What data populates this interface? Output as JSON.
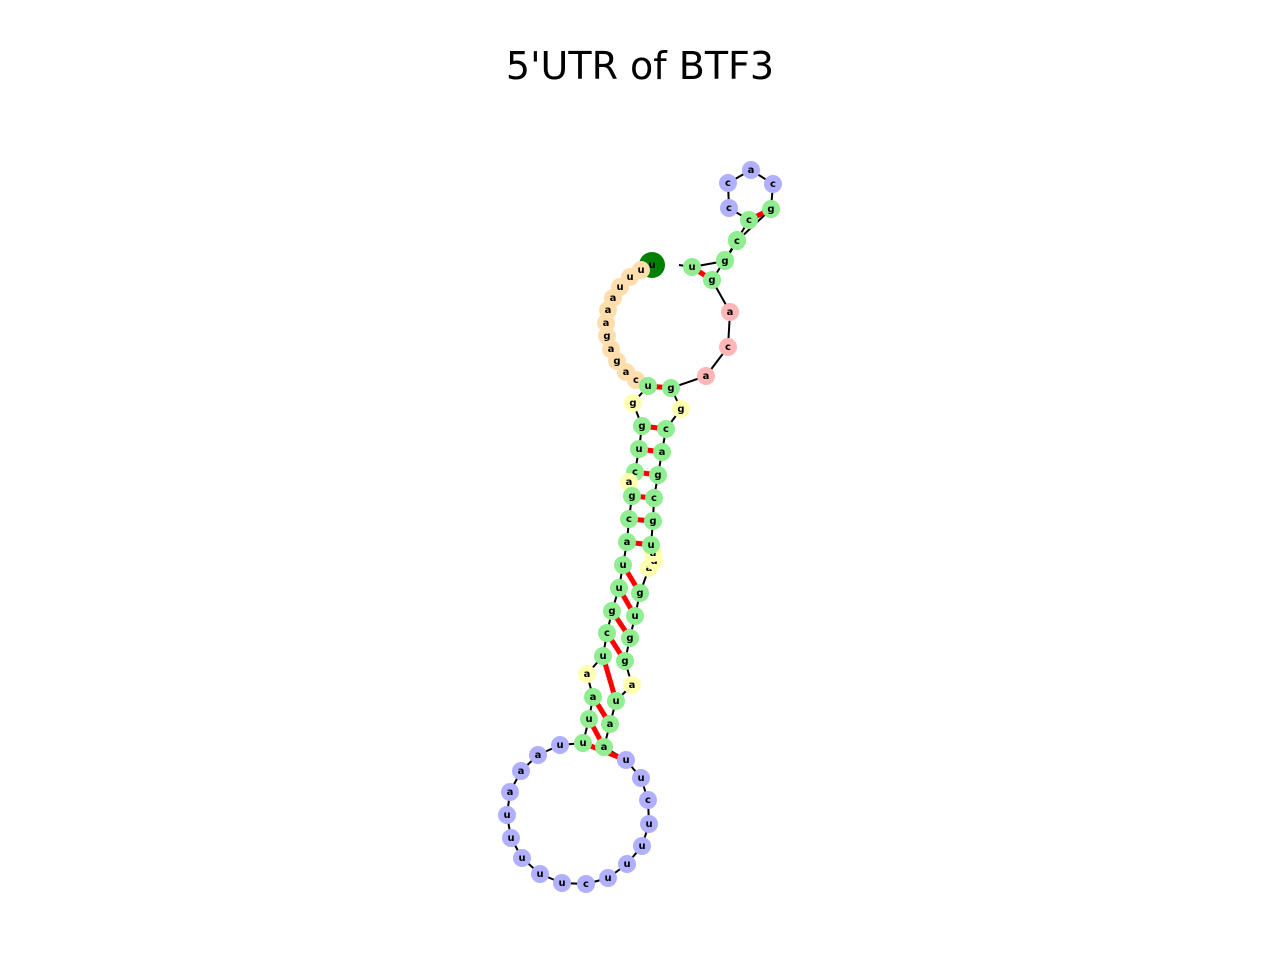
{
  "title": "5'UTR of BTF3",
  "colors": {
    "stem": "#90ee90",
    "interior_loop": "#ffffb0",
    "multiloop": "#ffb6b6",
    "hairpin": "#b0b0ff",
    "external": "#ffdead",
    "start_marker": "#008000",
    "end_marker": "#ff0000",
    "backbone": "#000000",
    "pair_bond": "#ff0000"
  },
  "nucleotides": [
    {
      "base": "u",
      "region": "external"
    },
    {
      "base": "u",
      "region": "external"
    },
    {
      "base": "u",
      "region": "external"
    },
    {
      "base": "a",
      "region": "external"
    },
    {
      "base": "a",
      "region": "external"
    },
    {
      "base": "a",
      "region": "external"
    },
    {
      "base": "g",
      "region": "external"
    },
    {
      "base": "a",
      "region": "external"
    },
    {
      "base": "g",
      "region": "external"
    },
    {
      "base": "a",
      "region": "external"
    },
    {
      "base": "c",
      "region": "external"
    },
    {
      "base": "u",
      "region": "stem"
    },
    {
      "base": "g",
      "region": "interior_loop"
    },
    {
      "base": "g",
      "region": "stem"
    },
    {
      "base": "u",
      "region": "stem"
    },
    {
      "base": "c",
      "region": "stem"
    },
    {
      "base": "a",
      "region": "interior_loop"
    },
    {
      "base": "g",
      "region": "stem"
    },
    {
      "base": "c",
      "region": "stem"
    },
    {
      "base": "a",
      "region": "stem"
    },
    {
      "base": "u",
      "region": "stem"
    },
    {
      "base": "u",
      "region": "stem"
    },
    {
      "base": "g",
      "region": "stem"
    },
    {
      "base": "c",
      "region": "stem"
    },
    {
      "base": "u",
      "region": "stem"
    },
    {
      "base": "a",
      "region": "interior_loop"
    },
    {
      "base": "a",
      "region": "stem"
    },
    {
      "base": "u",
      "region": "stem"
    },
    {
      "base": "u",
      "region": "stem"
    },
    {
      "base": "u",
      "region": "hairpin"
    },
    {
      "base": "a",
      "region": "hairpin"
    },
    {
      "base": "a",
      "region": "hairpin"
    },
    {
      "base": "a",
      "region": "hairpin"
    },
    {
      "base": "u",
      "region": "hairpin"
    },
    {
      "base": "u",
      "region": "hairpin"
    },
    {
      "base": "u",
      "region": "hairpin"
    },
    {
      "base": "u",
      "region": "hairpin"
    },
    {
      "base": "u",
      "region": "hairpin"
    },
    {
      "base": "c",
      "region": "hairpin"
    },
    {
      "base": "u",
      "region": "hairpin"
    },
    {
      "base": "u",
      "region": "hairpin"
    },
    {
      "base": "u",
      "region": "hairpin"
    },
    {
      "base": "u",
      "region": "hairpin"
    },
    {
      "base": "c",
      "region": "hairpin"
    },
    {
      "base": "u",
      "region": "hairpin"
    },
    {
      "base": "u",
      "region": "hairpin"
    },
    {
      "base": "a",
      "region": "stem"
    },
    {
      "base": "a",
      "region": "stem"
    },
    {
      "base": "u",
      "region": "stem"
    },
    {
      "base": "a",
      "region": "interior_loop"
    },
    {
      "base": "g",
      "region": "stem"
    },
    {
      "base": "g",
      "region": "stem"
    },
    {
      "base": "u",
      "region": "stem"
    },
    {
      "base": "g",
      "region": "stem"
    },
    {
      "base": "a",
      "region": "interior_loop"
    },
    {
      "base": "u",
      "region": "interior_loop"
    },
    {
      "base": "a",
      "region": "interior_loop"
    },
    {
      "base": "u",
      "region": "stem"
    },
    {
      "base": "g",
      "region": "stem"
    },
    {
      "base": "c",
      "region": "stem"
    },
    {
      "base": "g",
      "region": "stem"
    },
    {
      "base": "a",
      "region": "stem"
    },
    {
      "base": "c",
      "region": "stem"
    },
    {
      "base": "g",
      "region": "interior_loop"
    },
    {
      "base": "g",
      "region": "stem"
    },
    {
      "base": "a",
      "region": "multiloop"
    },
    {
      "base": "c",
      "region": "multiloop"
    },
    {
      "base": "a",
      "region": "multiloop"
    },
    {
      "base": "g",
      "region": "stem"
    },
    {
      "base": "g",
      "region": "stem"
    },
    {
      "base": "c",
      "region": "stem"
    },
    {
      "base": "c",
      "region": "stem"
    },
    {
      "base": "c",
      "region": "hairpin"
    },
    {
      "base": "c",
      "region": "hairpin"
    },
    {
      "base": "a",
      "region": "hairpin"
    },
    {
      "base": "c",
      "region": "hairpin"
    },
    {
      "base": "g",
      "region": "stem"
    },
    {
      "base": "c",
      "region": "stem"
    },
    {
      "base": "g",
      "region": "stem"
    },
    {
      "base": "u",
      "region": "stem"
    },
    {
      "base": "c",
      "region": "end"
    }
  ],
  "start_nucleotide": {
    "base": "u"
  },
  "pairs": [
    [
      11,
      64
    ],
    [
      13,
      62
    ],
    [
      14,
      61
    ],
    [
      15,
      60
    ],
    [
      17,
      59
    ],
    [
      18,
      58
    ],
    [
      19,
      57
    ],
    [
      20,
      53
    ],
    [
      21,
      52
    ],
    [
      22,
      51
    ],
    [
      23,
      50
    ],
    [
      24,
      48
    ],
    [
      26,
      47
    ],
    [
      27,
      46
    ],
    [
      28,
      45
    ],
    [
      68,
      79
    ],
    [
      69,
      78
    ],
    [
      70,
      77
    ],
    [
      71,
      76
    ]
  ]
}
